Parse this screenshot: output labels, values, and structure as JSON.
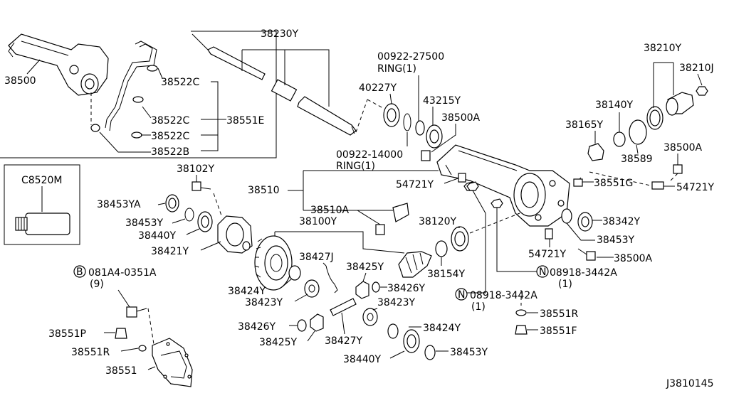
{
  "diagram_id": "J3810145",
  "inset_label": "C8520M",
  "labels": {
    "l38500": "38500",
    "l38522C_1": "38522C",
    "l38522C_2": "38522C",
    "l38522C_3": "38522C",
    "l38522B": "38522B",
    "l38551E": "38551E",
    "l38230Y": "38230Y",
    "l00922_27500": "00922-27500",
    "ring1a": "RING(1)",
    "l40227Y": "40227Y",
    "l43215Y": "43215Y",
    "l38500A_1": "38500A",
    "l00922_14000": "00922-14000",
    "ring1b": "RING(1)",
    "l38210Y": "38210Y",
    "l38210J": "38210J",
    "l38140Y": "38140Y",
    "l38165Y": "38165Y",
    "l38589": "38589",
    "l38500A_2": "38500A",
    "l54721Y_1": "54721Y",
    "l54721Y_2": "54721Y",
    "l38102Y": "38102Y",
    "l38510": "38510",
    "l38551G": "38551G",
    "l38453YA": "38453YA",
    "l38510A": "38510A",
    "l38342Y": "38342Y",
    "l38453Y_1": "38453Y",
    "l38100Y": "38100Y",
    "l38120Y": "38120Y",
    "l38440Y_1": "38440Y",
    "l38453Y_2": "38453Y",
    "l38421Y": "38421Y",
    "l54721Y_3": "54721Y",
    "l38500A_3": "38500A",
    "l38427J": "38427J",
    "l38425Y_1": "38425Y",
    "l38154Y": "38154Y",
    "l08918_1": "08918-3442A",
    "qty1a": "(1)",
    "l081A4": "081A4-0351A",
    "qty9": "(9)",
    "l38424Y_1": "38424Y",
    "l38426Y_1": "38426Y",
    "l38423Y_1": "38423Y",
    "l08918_2": "08918-3442A",
    "qty1b": "(1)",
    "l38423Y_2": "38423Y",
    "l38551R_1": "38551R",
    "l38426Y_2": "38426Y",
    "l38424Y_2": "38424Y",
    "l38551P": "38551P",
    "l38551F": "38551F",
    "l38551R_2": "38551R",
    "l38425Y_2": "38425Y",
    "l38427Y": "38427Y",
    "l38440Y_2": "38440Y",
    "l38453Y_3": "38453Y",
    "l38551": "38551",
    "circle_b": "B",
    "circle_n1": "N",
    "circle_n2": "N"
  }
}
